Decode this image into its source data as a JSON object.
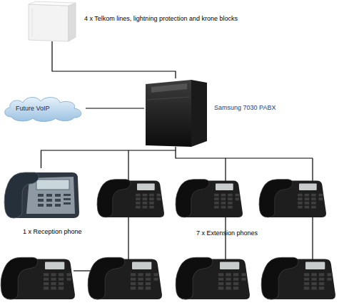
{
  "diagram": {
    "nodes": [
      {
        "text": [
          "4 x Telkom lines, lightning protection and krone blocks"
        ]
      },
      {
        "text": [
          "Samsung 7030 PABX"
        ]
      },
      {
        "text": [
          "Future VoIP"
        ]
      },
      {
        "text": [
          "1 x Reception phone"
        ]
      }
    ],
    "edges": [
      {
        "from": 0,
        "to": 1,
        "arrow": "none"
      },
      {
        "from": 2,
        "to": 1,
        "arrow": "none"
      },
      {
        "from": 1,
        "to": 3,
        "arrow": "none"
      }
    ],
    "labels": [
      "7 x Extension phones"
    ]
  }
}
